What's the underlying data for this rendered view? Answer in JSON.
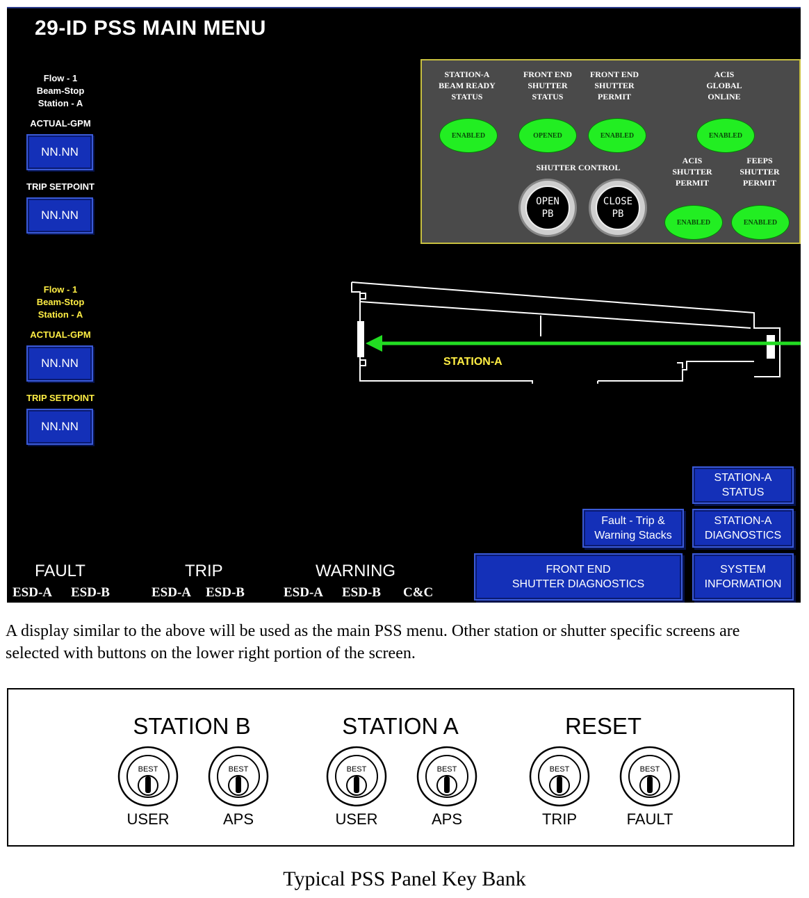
{
  "screen": {
    "title": "29-ID PSS MAIN MENU",
    "flow1": {
      "line1": "Flow - 1",
      "line2": "Beam-Stop",
      "line3": "Station - A",
      "actual_label": "ACTUAL-GPM",
      "actual_value": "NN.NN",
      "trip_label": "TRIP SETPOINT",
      "trip_value": "NN.NN"
    },
    "flow2": {
      "line1": "Flow - 1",
      "line2": "Beam-Stop",
      "line3": "Station - A",
      "actual_label": "ACTUAL-GPM",
      "actual_value": "NN.NN",
      "trip_label": "TRIP SETPOINT",
      "trip_value": "NN.NN"
    },
    "status": {
      "items": [
        {
          "l1": "STATION-A",
          "l2": "BEAM READY",
          "l3": "STATUS",
          "value": "ENABLED"
        },
        {
          "l1": "FRONT END",
          "l2": "SHUTTER",
          "l3": "STATUS",
          "value": "OPENED"
        },
        {
          "l1": "FRONT END",
          "l2": "SHUTTER",
          "l3": "PERMIT",
          "value": "ENABLED"
        },
        {
          "l1": "ACIS",
          "l2": "GLOBAL",
          "l3": "ONLINE",
          "value": "ENABLED"
        },
        {
          "l1": "ACIS",
          "l2": "SHUTTER",
          "l3": "PERMIT",
          "value": "ENABLED"
        },
        {
          "l1": "FEEPS",
          "l2": "SHUTTER",
          "l3": "PERMIT",
          "value": "ENABLED"
        }
      ],
      "shutter_control_label": "SHUTTER CONTROL",
      "open_pb": {
        "l1": "OPEN",
        "l2": "PB"
      },
      "close_pb": {
        "l1": "CLOSE",
        "l2": "PB"
      },
      "led_color": "#22ee22"
    },
    "diagram": {
      "station_label": "STATION-A",
      "beam_color": "#22dd22"
    },
    "stacks": {
      "fault": {
        "label": "FAULT",
        "items": [
          "ESD-A",
          "ESD-B"
        ]
      },
      "trip": {
        "label": "TRIP",
        "items": [
          "ESD-A",
          "ESD-B"
        ]
      },
      "warning": {
        "label": "WARNING",
        "items": [
          "ESD-A",
          "ESD-B",
          "C&C"
        ]
      }
    },
    "nav": {
      "station_status": {
        "l1": "STATION-A",
        "l2": "STATUS"
      },
      "fault_stacks": {
        "l1": "Fault - Trip &",
        "l2": "Warning Stacks"
      },
      "station_diag": {
        "l1": "STATION-A",
        "l2": "DIAGNOSTICS"
      },
      "fe_shutter_diag": {
        "l1": "FRONT END",
        "l2": "SHUTTER DIAGNOSTICS"
      },
      "system_info": {
        "l1": "SYSTEM",
        "l2": "INFORMATION"
      }
    }
  },
  "caption": "A display similar to the above will be used as the main PSS menu.  Other station or shutter specific screens are selected with buttons on the lower right portion of the screen.",
  "keybank": {
    "groups": [
      {
        "title": "STATION B",
        "keys": [
          {
            "label": "USER",
            "brand": "BEST"
          },
          {
            "label": "APS",
            "brand": "BEST"
          }
        ]
      },
      {
        "title": "STATION A",
        "keys": [
          {
            "label": "USER",
            "brand": "BEST"
          },
          {
            "label": "APS",
            "brand": "BEST"
          }
        ]
      },
      {
        "title": "RESET",
        "keys": [
          {
            "label": "TRIP",
            "brand": "BEST"
          },
          {
            "label": "FAULT",
            "brand": "BEST"
          }
        ]
      }
    ]
  },
  "figure_caption": "Typical PSS Panel Key Bank"
}
